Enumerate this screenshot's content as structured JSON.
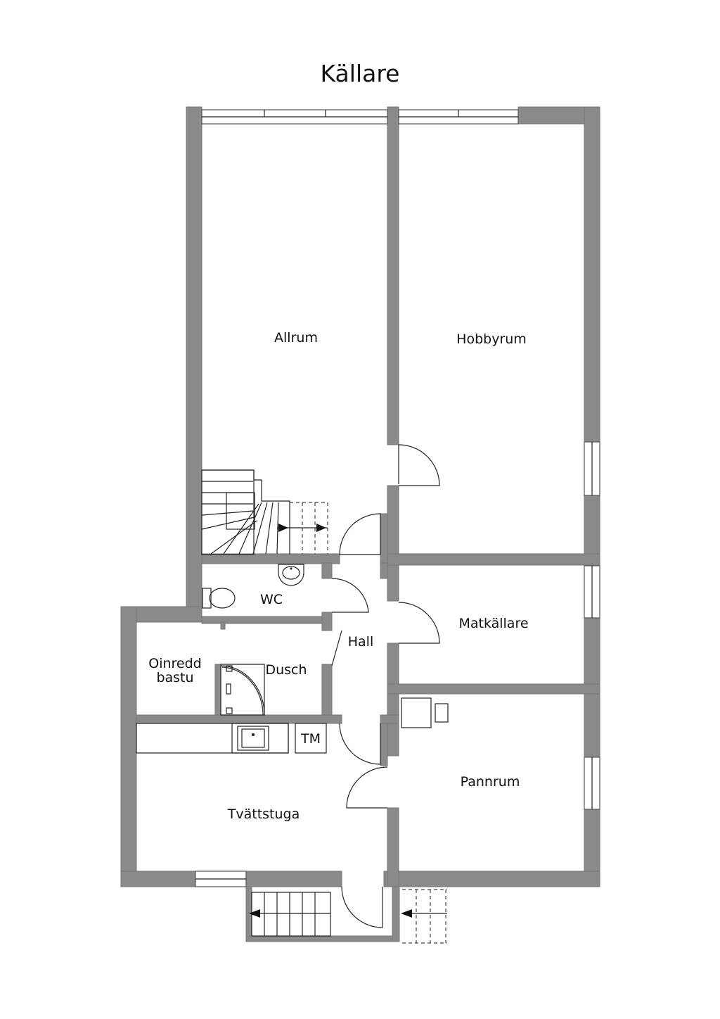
{
  "plan": {
    "title": "Källare",
    "rooms": {
      "allrum": "Allrum",
      "hobbyrum": "Hobbyrum",
      "wc": "WC",
      "hall": "Hall",
      "matkallare": "Matkällare",
      "oinredd_bastu_line1": "Oinredd",
      "oinredd_bastu_line2": "bastu",
      "dusch": "Dusch",
      "tm": "TM",
      "pannrum": "Pannrum",
      "tvattstuga": "Tvättstuga"
    }
  },
  "colors": {
    "wall": "#8a8a8a",
    "line": "#222222",
    "background": "#ffffff"
  }
}
